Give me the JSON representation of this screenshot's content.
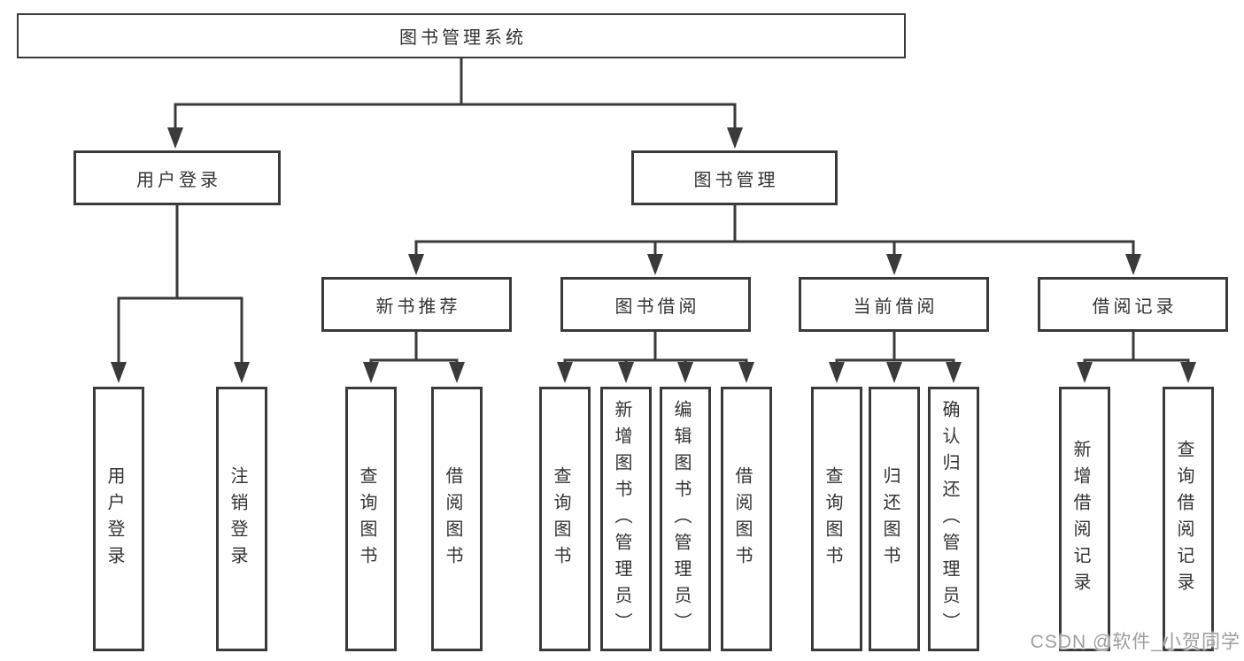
{
  "diagram": {
    "root": {
      "label": "图书管理系统",
      "children": [
        {
          "label": "用户登录",
          "children": [
            {
              "label": "用户登录"
            },
            {
              "label": "注销登录"
            }
          ]
        },
        {
          "label": "图书管理",
          "children": [
            {
              "label": "新书推荐",
              "children": [
                {
                  "label": "查询图书"
                },
                {
                  "label": "借阅图书"
                }
              ]
            },
            {
              "label": "图书借阅",
              "children": [
                {
                  "label": "查询图书"
                },
                {
                  "label": "新增图书（管理员）"
                },
                {
                  "label": "编辑图书（管理员）"
                },
                {
                  "label": "借阅图书"
                }
              ]
            },
            {
              "label": "当前借阅",
              "children": [
                {
                  "label": "查询图书"
                },
                {
                  "label": "归还图书"
                },
                {
                  "label": "确认归还（管理员）"
                }
              ]
            },
            {
              "label": "借阅记录",
              "children": [
                {
                  "label": "新增借阅记录"
                },
                {
                  "label": "查询借阅记录"
                }
              ]
            }
          ]
        }
      ]
    }
  },
  "watermark": {
    "text": "CSDN @软件_小贺同学"
  },
  "colors": {
    "line": "#3a3a3a",
    "box_border": "#3a3a3a",
    "text": "#333333",
    "watermark_text": "#9e9e9e",
    "background": "#ffffff"
  }
}
